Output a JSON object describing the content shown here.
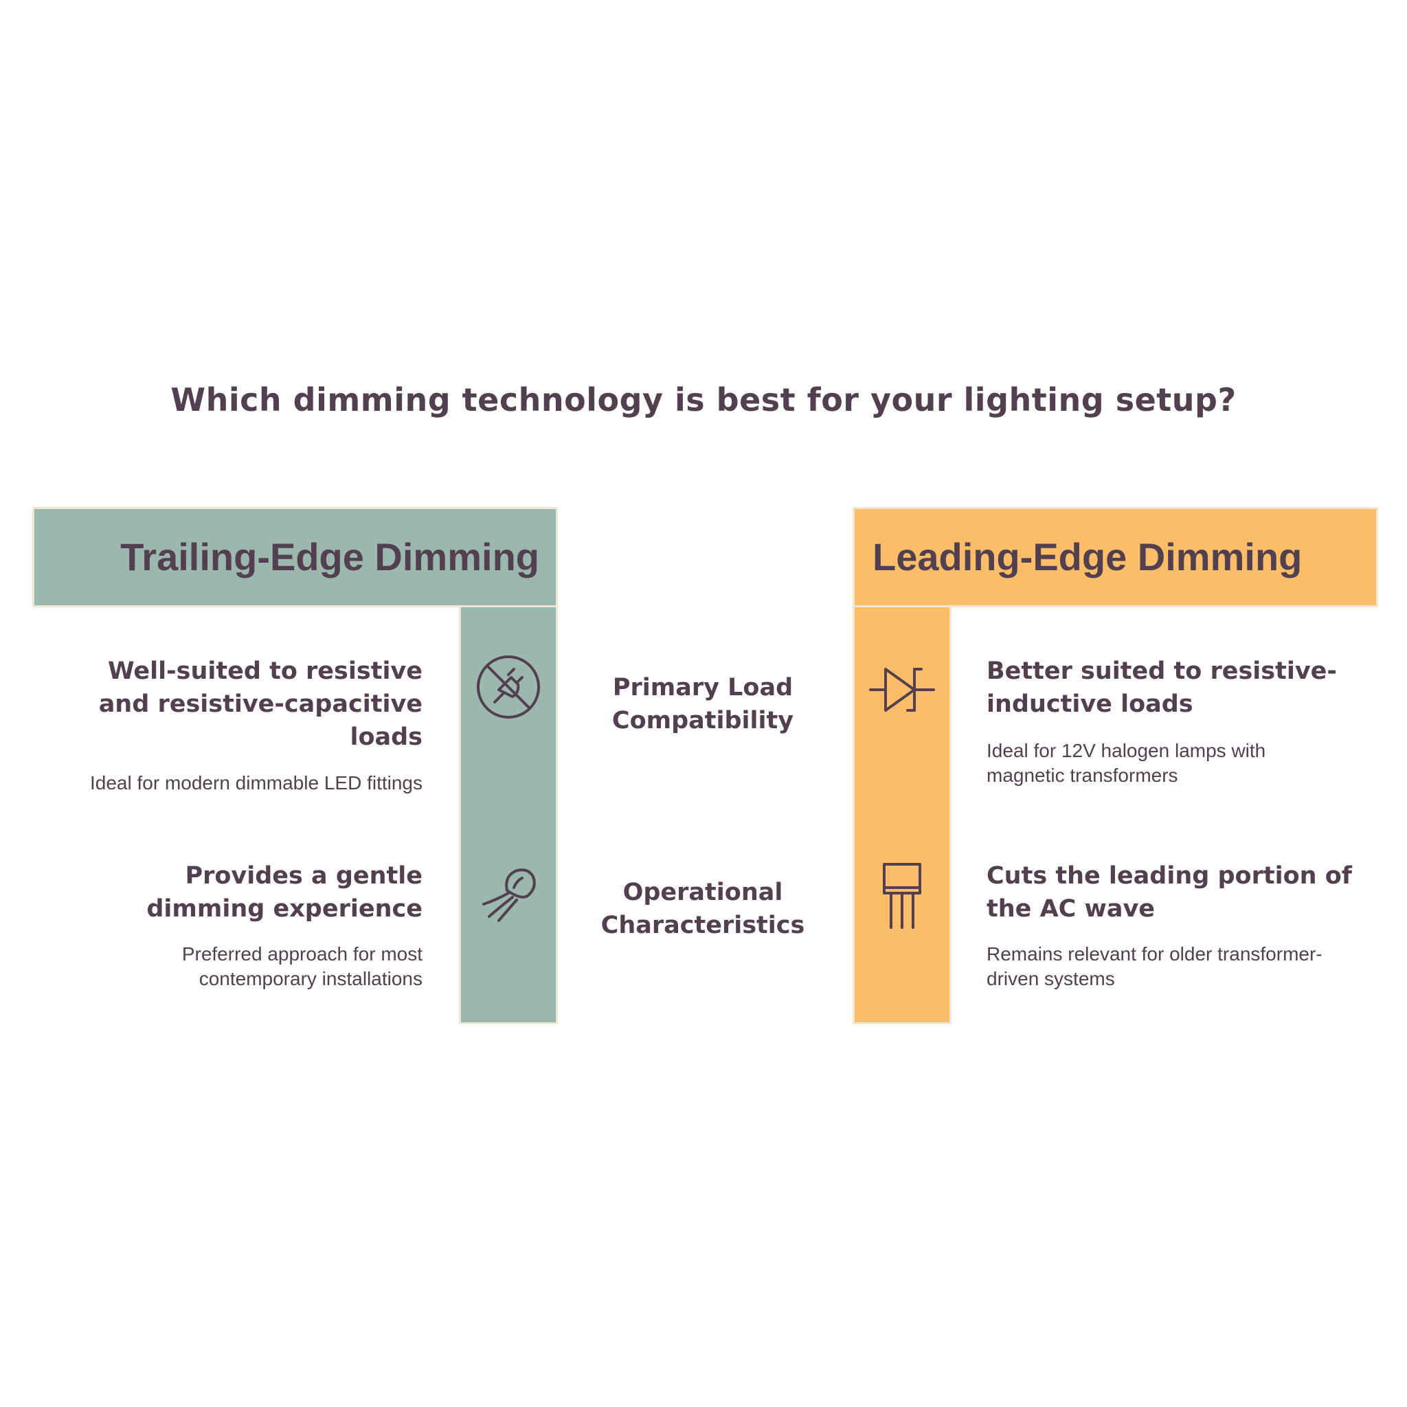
{
  "title": "Which dimming technology is best for your lighting setup?",
  "colors": {
    "text": "#523f4f",
    "trailing_panel": "#9bb7ae",
    "leading_panel": "#fbbd67",
    "panel_border": "#ece8d2"
  },
  "trailing": {
    "header": "Trailing-Edge Dimming",
    "items": [
      {
        "heading": "Well-suited to resistive and resistive-capacitive loads",
        "description": "Ideal for modern dimmable LED fittings",
        "icon": "no-plug-icon"
      },
      {
        "heading": "Provides a gentle dimming experience",
        "description": "Preferred approach for most contemporary installations",
        "icon": "jellyfish-icon"
      }
    ]
  },
  "leading": {
    "header": "Leading-Edge Dimming",
    "items": [
      {
        "heading": "Better suited to resistive-inductive loads",
        "description": "Ideal for 12V halogen lamps with magnetic transformers",
        "icon": "diode-icon"
      },
      {
        "heading": "Cuts the leading portion of the AC wave",
        "description": "Remains relevant for older transformer-driven systems",
        "icon": "transistor-icon"
      }
    ]
  },
  "criteria": [
    "Primary Load Compatibility",
    "Operational Characteristics"
  ]
}
